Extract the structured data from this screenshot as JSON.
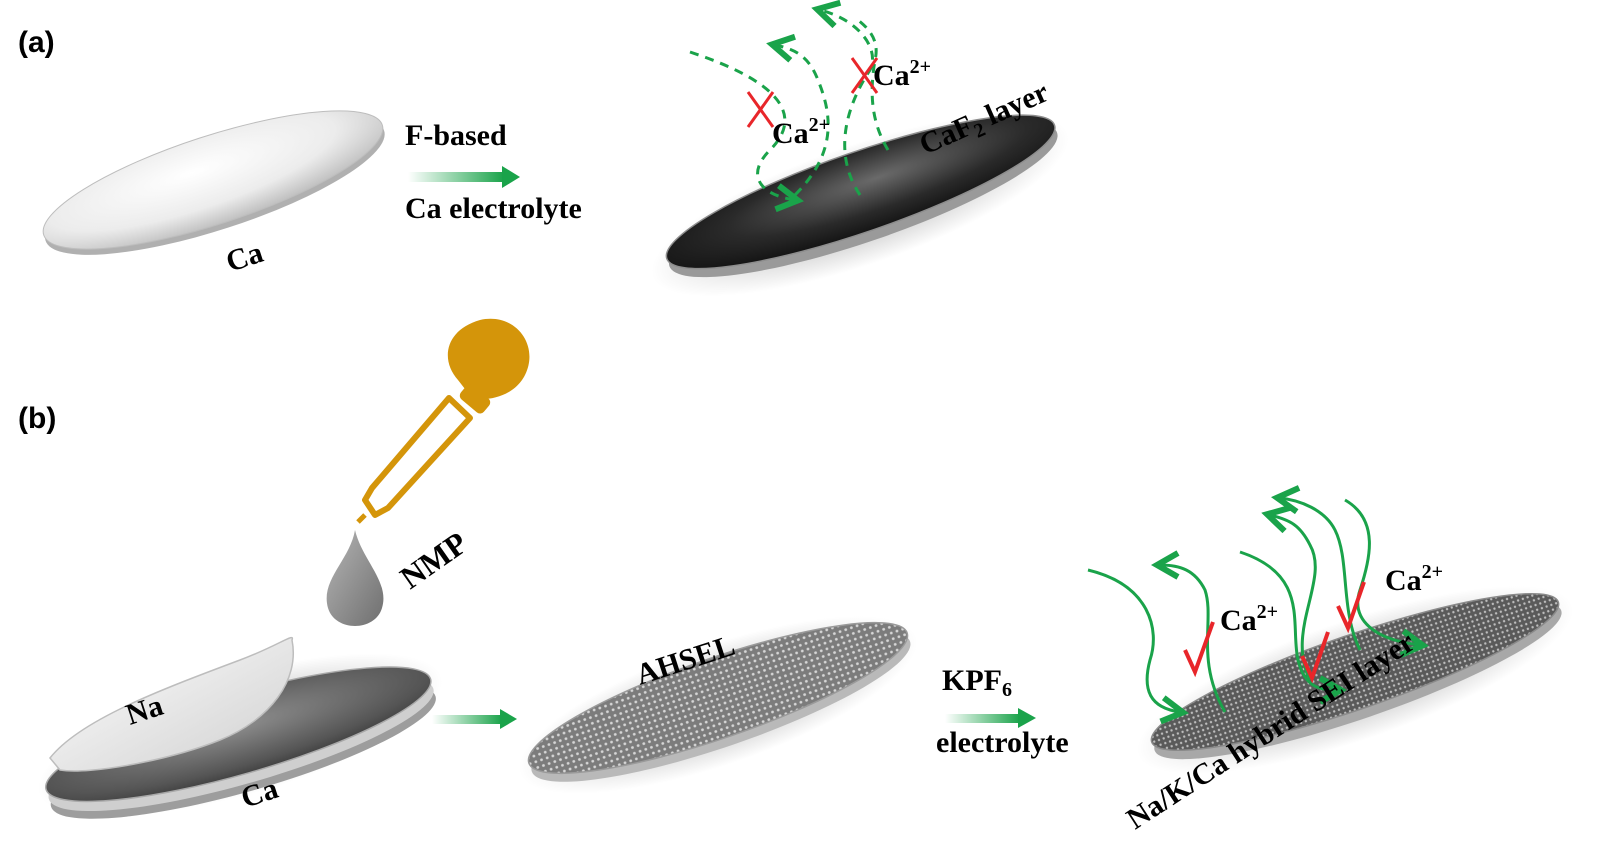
{
  "panel_a": {
    "label": "(a)",
    "metal_label": "Ca",
    "step_line1": "F-based",
    "step_line2": "Ca electrolyte",
    "layer_label_pre": "CaF",
    "layer_label_sub": "2",
    "layer_label_post": " layer",
    "ion_base": "Ca",
    "ion_charge": "2+"
  },
  "panel_b": {
    "label": "(b)",
    "reagent": "NMP",
    "top_metal": "Na",
    "bottom_metal": "Ca",
    "layer_label": "AHSEL",
    "step_line1_pre": "KPF",
    "step_line1_sub": "6",
    "step_line2": "electrolyte",
    "result_layer": "Na/K/Ca hybrid SEI layer",
    "ion_base": "Ca",
    "ion_charge": "2+"
  },
  "colors": {
    "arrow_green": "#1aa34a",
    "blocked_red": "#e8262a",
    "dropper_gold": "#d4950a",
    "drop_grey": "#8c8c8c"
  },
  "icons": {
    "blocked": "cross-mark",
    "allowed": "check-mark"
  }
}
